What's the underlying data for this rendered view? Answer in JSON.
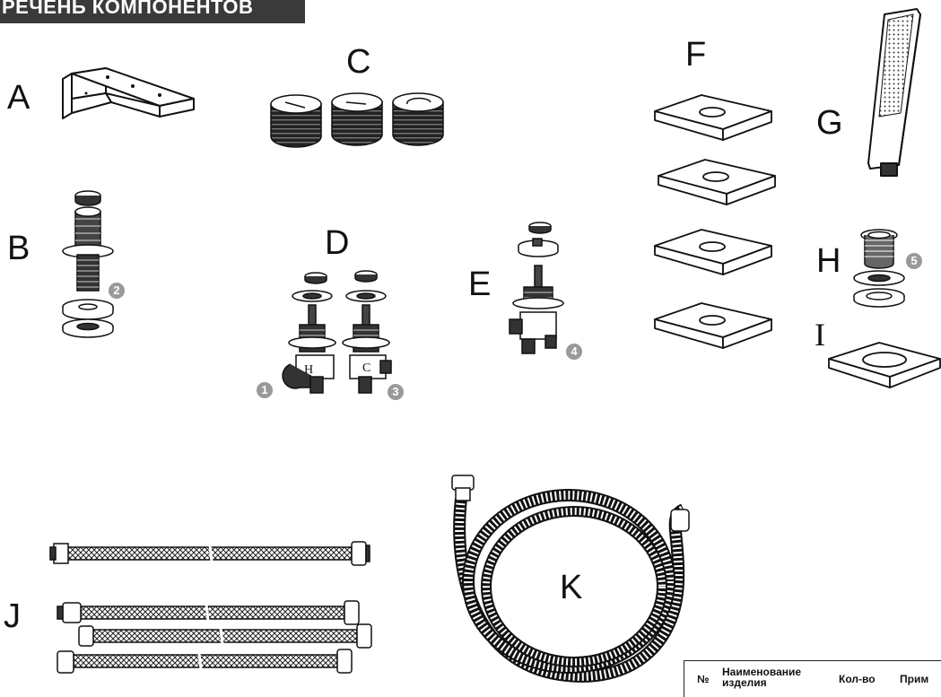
{
  "banner": {
    "title": "РЕЧЕНЬ КОМПОНЕНТОВ"
  },
  "letters": {
    "a": "A",
    "b": "B",
    "c": "C",
    "d": "D",
    "e": "E",
    "f": "F",
    "g": "G",
    "h": "H",
    "i": "I",
    "j": "J",
    "k": "K"
  },
  "numbers": {
    "n1": "1",
    "n2": "2",
    "n3": "3",
    "n4": "4",
    "n5": "5"
  },
  "valve_marks": {
    "hot": "H",
    "cold": "C"
  },
  "table": {
    "col_num": "№",
    "col_name": "Наименование изделия",
    "col_qty": "Кол-во",
    "col_note": "Прим"
  }
}
